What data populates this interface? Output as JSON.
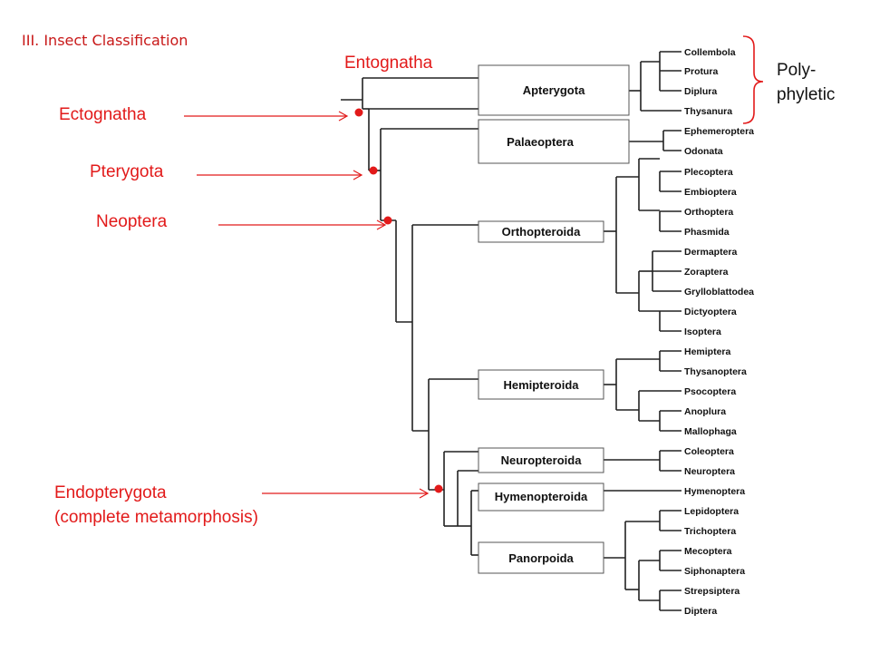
{
  "title": "III. Insect Classification",
  "annotations": {
    "entognatha": "Entognatha",
    "ectognatha": "Ectognatha",
    "pterygota": "Pterygota",
    "neoptera": "Neoptera",
    "endopterygota_1": "Endopterygota",
    "endopterygota_2": "(complete metamorphosis)",
    "poly_1": "Poly-",
    "poly_2": "phyletic"
  },
  "clades": {
    "apterygota": "Apterygota",
    "palaeoptera": "Palaeoptera",
    "orthopteroida": "Orthopteroida",
    "hemipteroida": "Hemipteroida",
    "neuropteroida": "Neuropteroida",
    "hymenopteroida": "Hymenopteroida",
    "panorpoida": "Panorpoida"
  },
  "taxa": [
    "Collembola",
    "Protura",
    "Diplura",
    "Thysanura",
    "Ephemeroptera",
    "Odonata",
    "Plecoptera",
    "Embioptera",
    "Orthoptera",
    "Phasmida",
    "Dermaptera",
    "Zoraptera",
    "Grylloblattodea",
    "Dictyoptera",
    "Isoptera",
    "Hemiptera",
    "Thysanoptera",
    "Psocoptera",
    "Anoplura",
    "Mallophaga",
    "Coleoptera",
    "Neuroptera",
    "Hymenoptera",
    "Lepidoptera",
    "Trichoptera",
    "Mecoptera",
    "Siphonaptera",
    "Strepsiptera",
    "Diptera"
  ],
  "colors": {
    "annotation": "#e21a1a",
    "title": "#c81818",
    "lines": "#222222"
  }
}
